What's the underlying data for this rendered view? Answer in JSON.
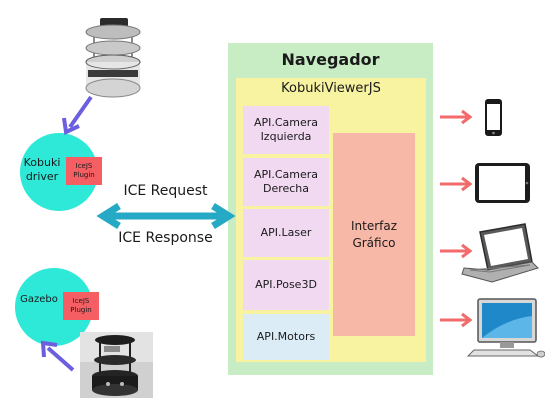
{
  "navegador": {
    "title": "Navegador"
  },
  "viewer": {
    "title": "KobukiViewerJS"
  },
  "apis": [
    {
      "label": "API.Camera\nIzquierda"
    },
    {
      "label": "API.Camera\nDerecha"
    },
    {
      "label": "API.Laser"
    },
    {
      "label": "API.Pose3D"
    },
    {
      "label": "API.Motors"
    }
  ],
  "interface": {
    "label": "Interfaz\nGráfico"
  },
  "kobuki": {
    "label": "Kobuki\ndriver",
    "plugin": "IceJS\nPlugin"
  },
  "gazebo": {
    "label": "Gazebo",
    "plugin": "IceJS\nPlugin"
  },
  "link": {
    "request": "ICE Request",
    "response": "ICE Response"
  },
  "colors": {
    "navegador": "#c8edc5",
    "viewer": "#f7f3a1",
    "api": "#f2d9f2",
    "api_motors": "#dcecf7",
    "interface": "#f7b8a8",
    "node": "#2ee8d8",
    "plugin": "#f55e63",
    "link_arrow": "#25a9c4",
    "robot_arrow": "#6b5fe0",
    "device_arrow": "#f26a6a"
  },
  "devices": [
    "smartphone-icon",
    "tablet-icon",
    "laptop-icon",
    "desktop-icon"
  ],
  "robots": [
    "turtlebot-photo",
    "turtlebot-sim-render"
  ]
}
